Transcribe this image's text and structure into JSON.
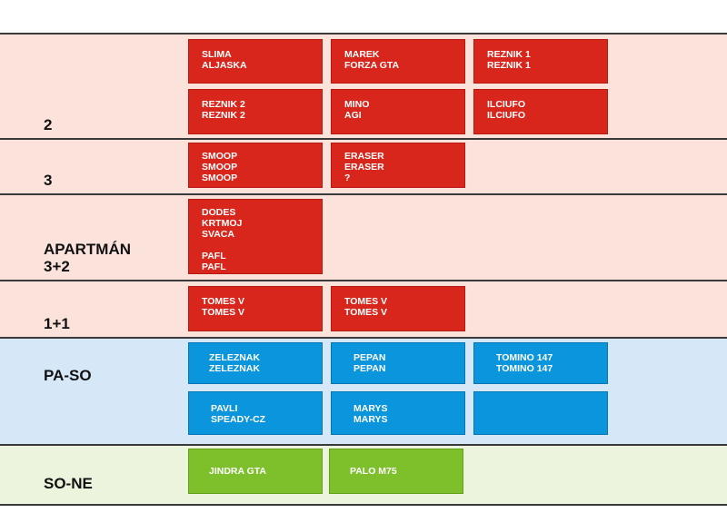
{
  "sections": [
    {
      "label": "2",
      "color": "#fbe3dc",
      "boxes": [
        {
          "lines": [
            "SLIMA",
            "ALJASKA"
          ]
        },
        {
          "lines": [
            "MAREK",
            "FORZA GTA"
          ]
        },
        {
          "lines": [
            "REZNIK 1",
            "REZNIK 1"
          ]
        },
        {
          "lines": [
            "REZNIK 2",
            "REZNIK 2"
          ]
        },
        {
          "lines": [
            "MINO",
            "AGI"
          ]
        },
        {
          "lines": [
            "ILCIUFO",
            "ILCIUFO"
          ]
        }
      ]
    },
    {
      "label": "3",
      "color": "#fbe3dc",
      "boxes": [
        {
          "lines": [
            "SMOOP",
            "SMOOP",
            "SMOOP"
          ]
        },
        {
          "lines": [
            "ERASER",
            "ERASER",
            "?"
          ]
        }
      ]
    },
    {
      "label_lines": [
        "APARTMÁN",
        "3+2"
      ],
      "color": "#fbe3dc",
      "boxes": [
        {
          "lines": [
            "DODES",
            "KRTMOJ",
            "SVACA",
            "PAFL",
            "PAFL"
          ]
        }
      ]
    },
    {
      "label": "1+1",
      "color": "#fbe3dc",
      "boxes": [
        {
          "lines": [
            "TOMES V",
            "TOMES V"
          ]
        },
        {
          "lines": [
            "TOMES V",
            "TOMES V"
          ]
        }
      ]
    },
    {
      "label": "PA-SO",
      "color": "#d6e8f7",
      "boxes": [
        {
          "lines": [
            "ZELEZNAK",
            "ZELEZNAK"
          ]
        },
        {
          "lines": [
            "PEPAN",
            "PEPAN"
          ]
        },
        {
          "lines": [
            "TOMINO 147",
            "TOMINO 147"
          ]
        },
        {
          "lines": [
            "PAVLI",
            "SPEADY-CZ"
          ]
        },
        {
          "lines": [
            "MARYS",
            "MARYS"
          ]
        },
        {
          "lines": []
        }
      ]
    },
    {
      "label": "SO-NE",
      "color": "#edf4dd",
      "boxes": [
        {
          "lines": [
            "JINDRA GTA"
          ]
        },
        {
          "lines": [
            "PALO M75"
          ]
        }
      ]
    }
  ],
  "colors": {
    "red_box": "#d9261c",
    "blue_box": "#0a95dd",
    "green_box": "#7dc02c",
    "divider": "#3a3a3a"
  }
}
